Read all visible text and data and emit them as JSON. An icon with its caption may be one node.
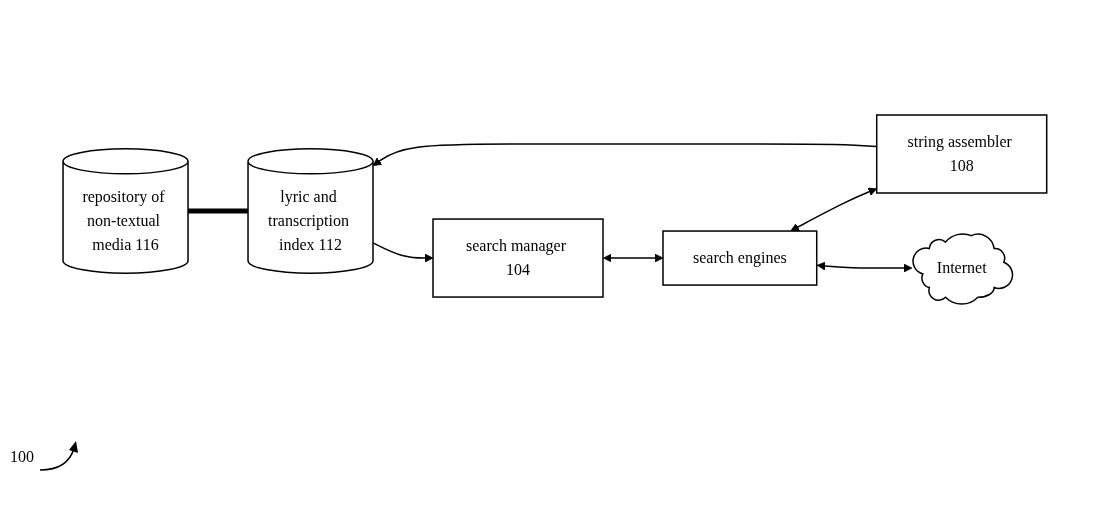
{
  "diagram": {
    "nodes": [
      {
        "text": [
          "repository of non-textual media 116"
        ]
      },
      {
        "text": [
          "lyric and transcription index 112"
        ]
      },
      {
        "text": [
          "search manager 104"
        ]
      },
      {
        "text": [
          "string assembler 108"
        ]
      },
      {
        "text": [
          "search engines"
        ]
      },
      {
        "text": [
          "Internet"
        ]
      }
    ],
    "edges": [
      {
        "from": 0,
        "to": 1,
        "arrow": "none",
        "style": "thick"
      },
      {
        "from": 1,
        "to": 2,
        "arrow": "to"
      },
      {
        "from": 2,
        "to": 4,
        "arrow": "both"
      },
      {
        "from": 4,
        "to": 3,
        "arrow": "both"
      },
      {
        "from": 3,
        "to": 1,
        "arrow": "to"
      },
      {
        "from": 4,
        "to": 5,
        "arrow": "both"
      }
    ],
    "labels": [
      "100"
    ]
  }
}
